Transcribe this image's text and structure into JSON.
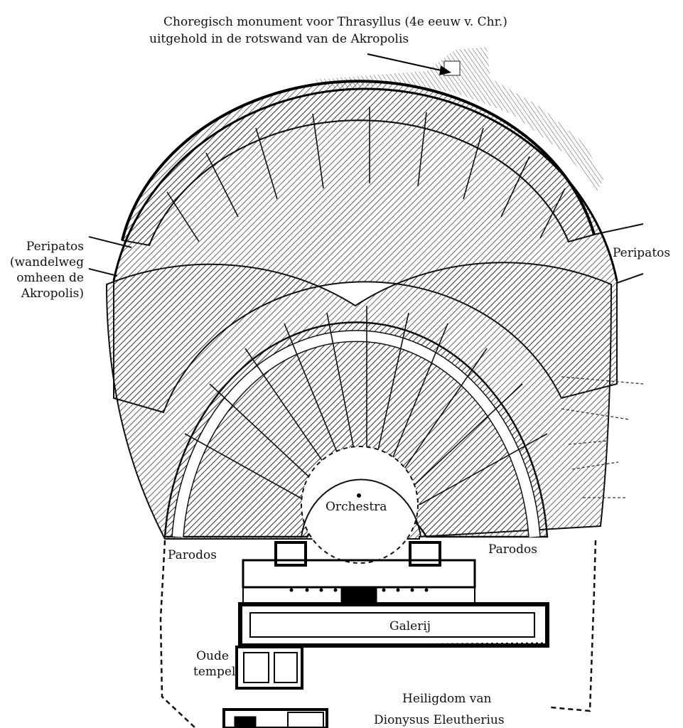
{
  "labels": {
    "monument_line1": "Choregisch monument voor Thrasyllus (4e eeuw v. Chr.)",
    "monument_line2": "uitgehold in de rotswand van de Akropolis",
    "peripatos_left": "Peripatos\n(wandelweg\nomheen de\nAkropolis)",
    "peripatos_right": "Peripatos",
    "orchestra": "Orchestra",
    "parodos_left": "Parodos",
    "parodos_right": "Parodos",
    "galerij": "Galerij",
    "oude_tempel": "Oude\ntempel",
    "heiligdom_line1": "Heiligdom van",
    "heiligdom_line2": "Dionysus Eleutherius"
  },
  "colors": {
    "ink": "#111111",
    "paper": "#ffffff"
  }
}
